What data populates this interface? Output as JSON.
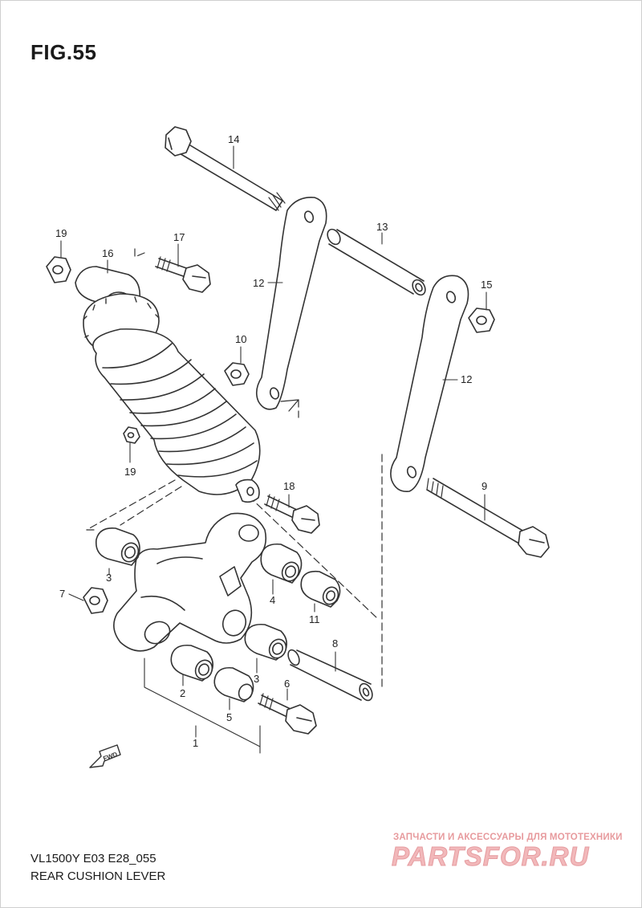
{
  "figure": {
    "title": "FIG.55",
    "model_code": "VL1500Y E03 E28_055",
    "caption": "REAR CUSHION LEVER"
  },
  "callouts": [
    {
      "id": "c14",
      "label": "14"
    },
    {
      "id": "c13",
      "label": "13"
    },
    {
      "id": "c12a",
      "label": "12"
    },
    {
      "id": "c12b",
      "label": "12"
    },
    {
      "id": "c19a",
      "label": "19"
    },
    {
      "id": "c16",
      "label": "16"
    },
    {
      "id": "c17",
      "label": "17"
    },
    {
      "id": "c15",
      "label": "15"
    },
    {
      "id": "c10",
      "label": "10"
    },
    {
      "id": "c19b",
      "label": "19"
    },
    {
      "id": "c18",
      "label": "18"
    },
    {
      "id": "c9",
      "label": "9"
    },
    {
      "id": "c3a",
      "label": "3"
    },
    {
      "id": "c7",
      "label": "7"
    },
    {
      "id": "c4",
      "label": "4"
    },
    {
      "id": "c11",
      "label": "11"
    },
    {
      "id": "c8",
      "label": "8"
    },
    {
      "id": "c3b",
      "label": "3"
    },
    {
      "id": "c2",
      "label": "2"
    },
    {
      "id": "c6",
      "label": "6"
    },
    {
      "id": "c5",
      "label": "5"
    },
    {
      "id": "c1",
      "label": "1"
    }
  ],
  "fwd_label": "FWD",
  "watermark": {
    "tagline": "ЗАПЧАСТИ И АКСЕССУАРЫ ДЛЯ МОТОТЕХНИКИ",
    "logo": "PARTSFOR.RU"
  }
}
